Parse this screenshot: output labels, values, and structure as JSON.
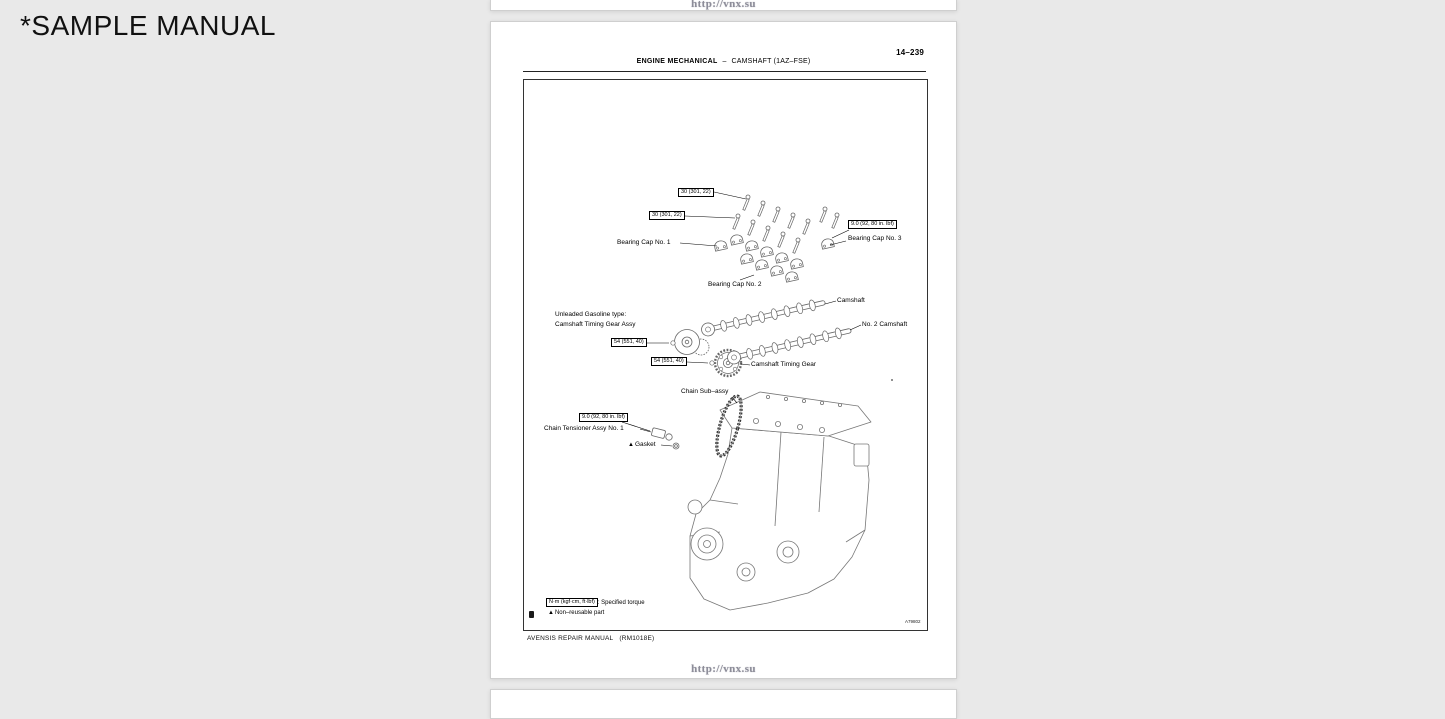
{
  "overlay": {
    "sample_label": "*SAMPLE MANUAL"
  },
  "watermark": {
    "text": "http://vnx.su"
  },
  "page": {
    "page_number": "14–239",
    "header": {
      "section": "ENGINE MECHANICAL",
      "separator": "–",
      "title": "CAMSHAFT (1AZ–FSE)"
    },
    "footer": {
      "manual": "AVENSIS REPAIR MANUAL",
      "code": "(RM1018E)"
    },
    "figure_code": "A79802",
    "diagram": {
      "torque_30_upper": "30 (301, 22)",
      "torque_30_lower": "30 (301, 22)",
      "torque_9_bearing": "9.0 (92, 80 in. lbf)",
      "torque_54_upper": "54 (551, 40)",
      "torque_54_lower": "54 (551, 40)",
      "torque_9_tensioner": "9.0 (92, 80 in. lbf)",
      "bearing_cap_1": "Bearing Cap No. 1",
      "bearing_cap_2": "Bearing Cap No. 2",
      "bearing_cap_3": "Bearing Cap No. 3",
      "camshaft": "Camshaft",
      "no2_camshaft": "No. 2 Camshaft",
      "unleaded_line1": "Unleaded Gasoline type:",
      "unleaded_line2": "Camshaft Timing Gear Assy",
      "camshaft_timing_gear": "Camshaft Timing Gear",
      "chain_sub_assy": "Chain Sub–assy",
      "chain_tensioner": "Chain Tensioner Assy No. 1",
      "gasket": "Gasket",
      "nonreusable_marker": "▲",
      "legend": {
        "torque_box": "N·m (kgf·cm, ft·lbf)",
        "torque_desc": ": Specified torque",
        "marker": "▲",
        "nonreusable_desc": "Non–reusable part"
      }
    }
  }
}
